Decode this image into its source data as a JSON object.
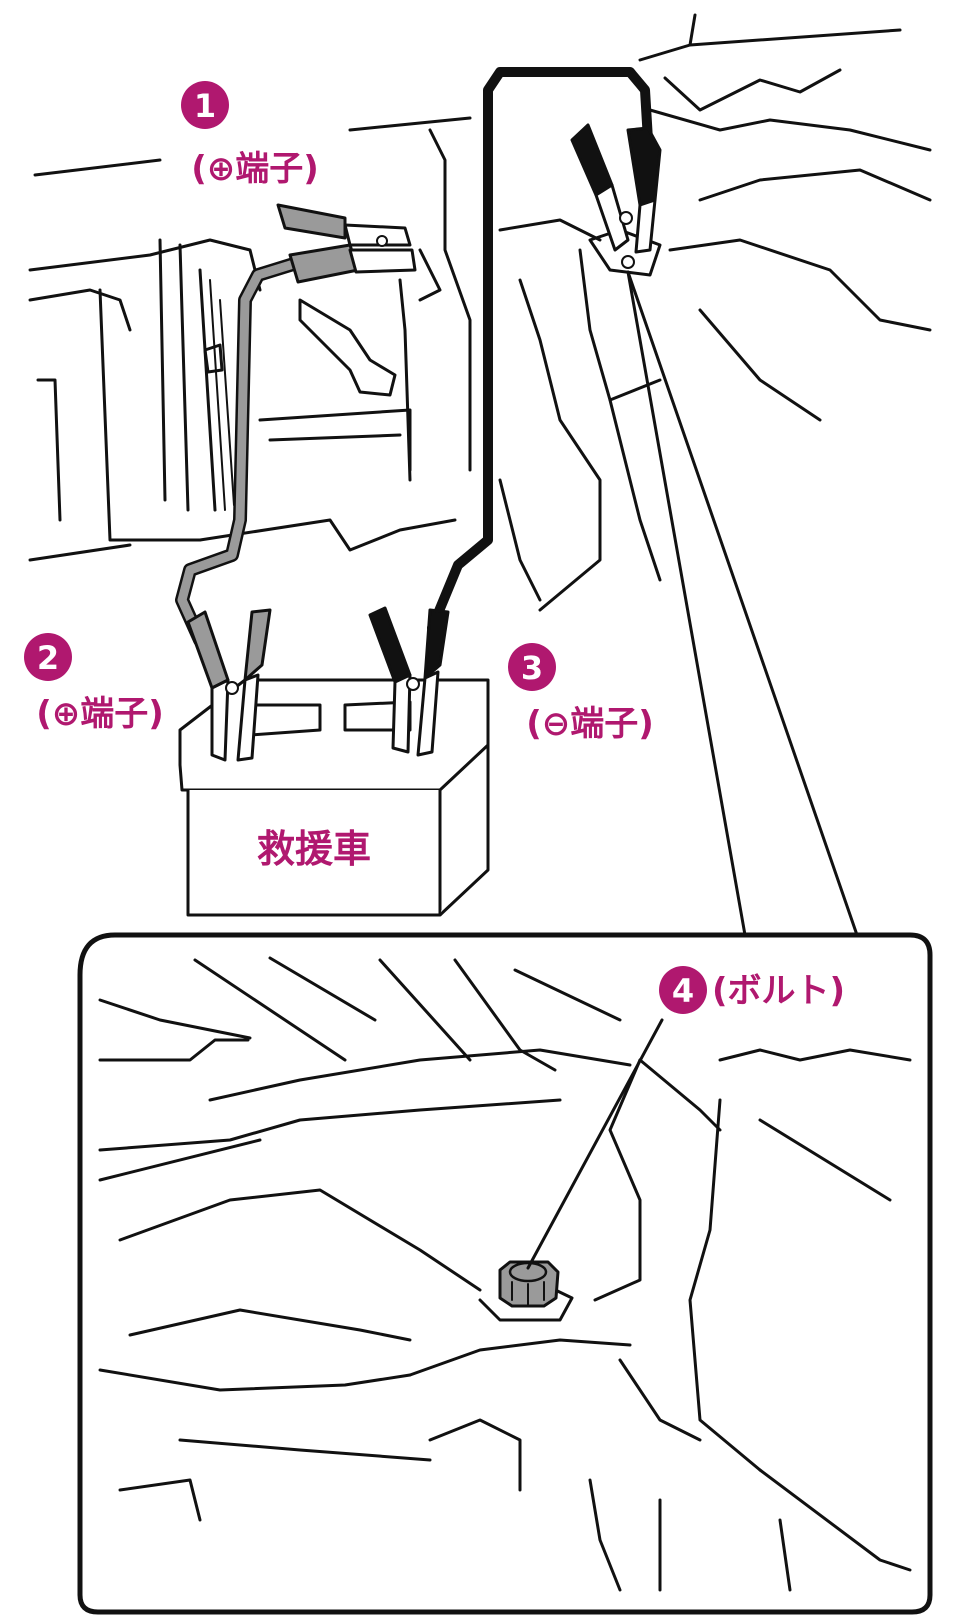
{
  "colors": {
    "accent": "#b0186f",
    "line": "#111111",
    "cable_positive": "#9a9a9a",
    "cable_negative": "#111111"
  },
  "labels": {
    "step1": {
      "number": "1",
      "text": "(⊕端子)"
    },
    "step2": {
      "number": "2",
      "text": "(⊕端子)"
    },
    "step3": {
      "number": "3",
      "text": "(⊖端子)"
    },
    "step4": {
      "number": "4",
      "text": "(ボルト)"
    }
  },
  "battery": {
    "label": "救援車"
  }
}
